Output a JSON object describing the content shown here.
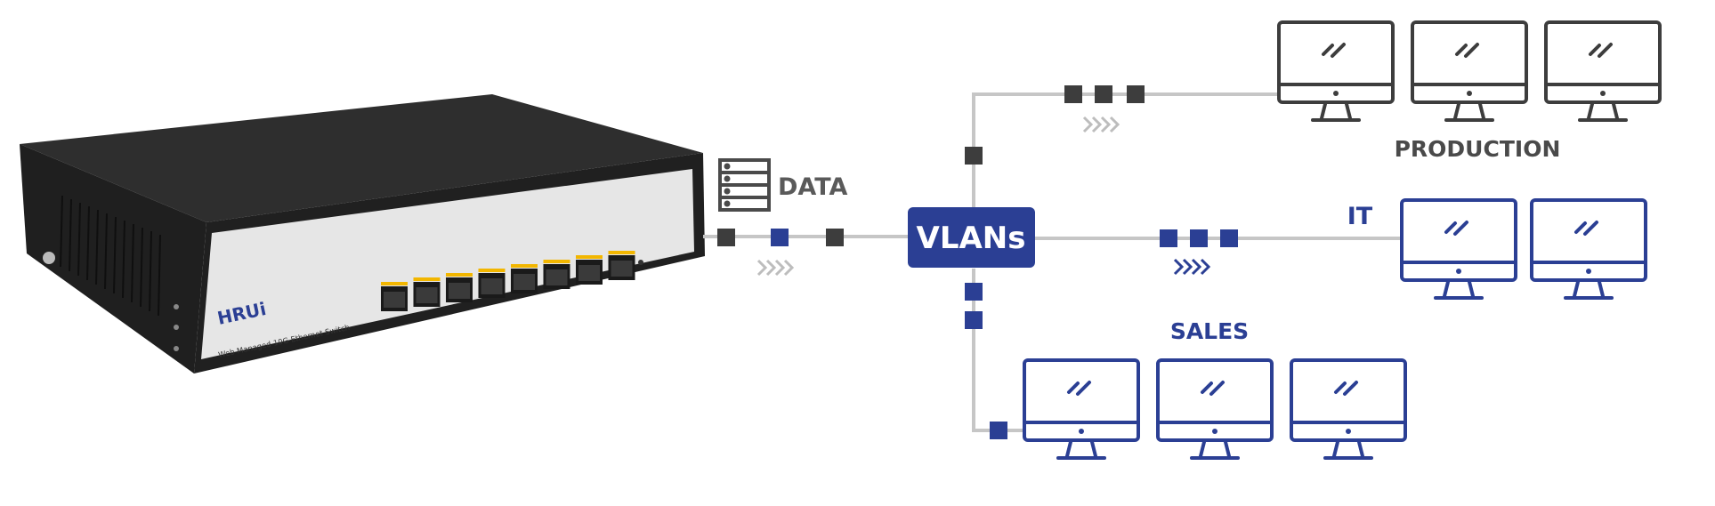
{
  "switch": {
    "brand": "HRUi",
    "model": "Web Managed 10G Ethernet Switch",
    "port_count": 8
  },
  "labels": {
    "data": "DATA",
    "vlans": "VLANs",
    "production": "PRODUCTION",
    "it": "IT",
    "sales": "SALES"
  },
  "groups": {
    "production": {
      "computers": 3,
      "color": "#3d3d3d"
    },
    "it": {
      "computers": 2,
      "color": "#2b3f94"
    },
    "sales": {
      "computers": 3,
      "color": "#2b3f94"
    }
  },
  "colors": {
    "dark": "#3d3d3d",
    "blue": "#2b3f94",
    "line": "#c6c6c6",
    "arrow": "#bdbdbd",
    "switch_body": "#2b2b2b",
    "switch_panel": "#e6e6e6",
    "port_led": "#f2b600"
  },
  "icons": {
    "server": "server-icon",
    "computer": "computer-monitor-icon",
    "flow_arrow": "chevron-arrows-icon"
  }
}
